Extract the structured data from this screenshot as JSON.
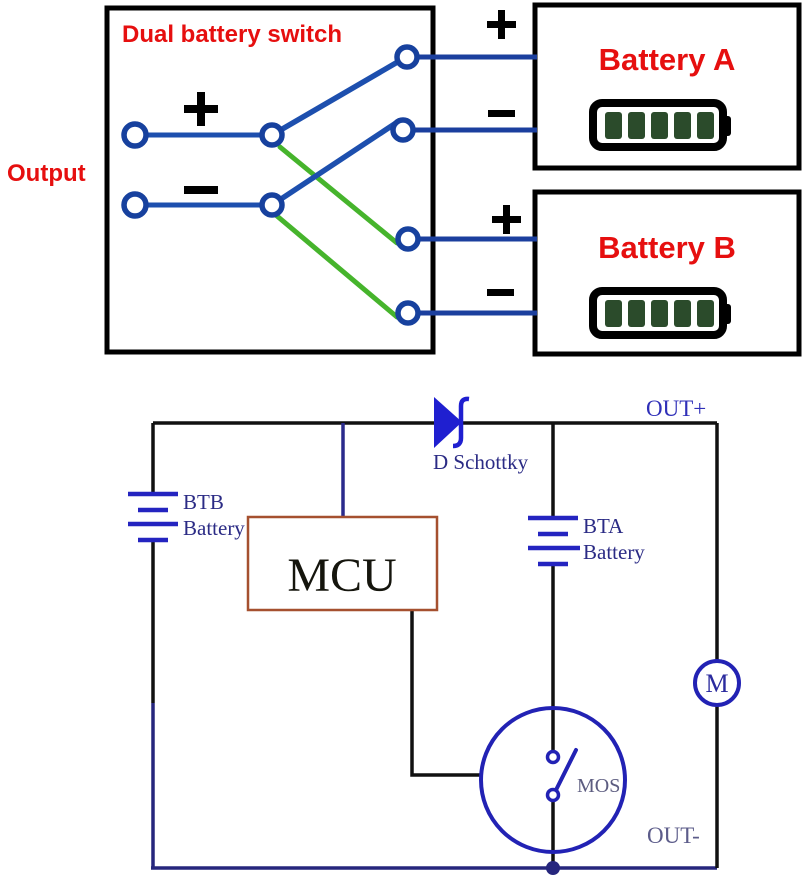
{
  "top": {
    "title": "Dual battery switch",
    "output_label": "Output",
    "battery_a": "Battery A",
    "battery_b": "Battery B",
    "polarity": {
      "plus": "+",
      "minus": "−"
    },
    "battery_icon": {
      "bars": 5,
      "bar_color": "#2b4b2b"
    }
  },
  "schematic": {
    "out_plus": "OUT+",
    "out_minus": "OUT-",
    "diode_label": "D Schottky",
    "btb_name": "BTB",
    "btb_sub": "Battery",
    "bta_name": "BTA",
    "bta_sub": "Battery",
    "mcu_label": "MCU",
    "mos_label": "MOS",
    "motor_label": "M"
  },
  "colors": {
    "red": "#e60f0f",
    "switch_blue": "#1d4fae",
    "contact_blue": "#17419e",
    "green": "#46b42c",
    "schematic_blue": "#2222bf",
    "navy_text": "#2b2b85",
    "gray_text": "#5c5c80",
    "wire_black": "#111111",
    "wire_navy": "#26267d",
    "mcu_border": "#a5502f",
    "mcu_text": "#15150d",
    "battery_bar_green": "#2b4b2b"
  }
}
